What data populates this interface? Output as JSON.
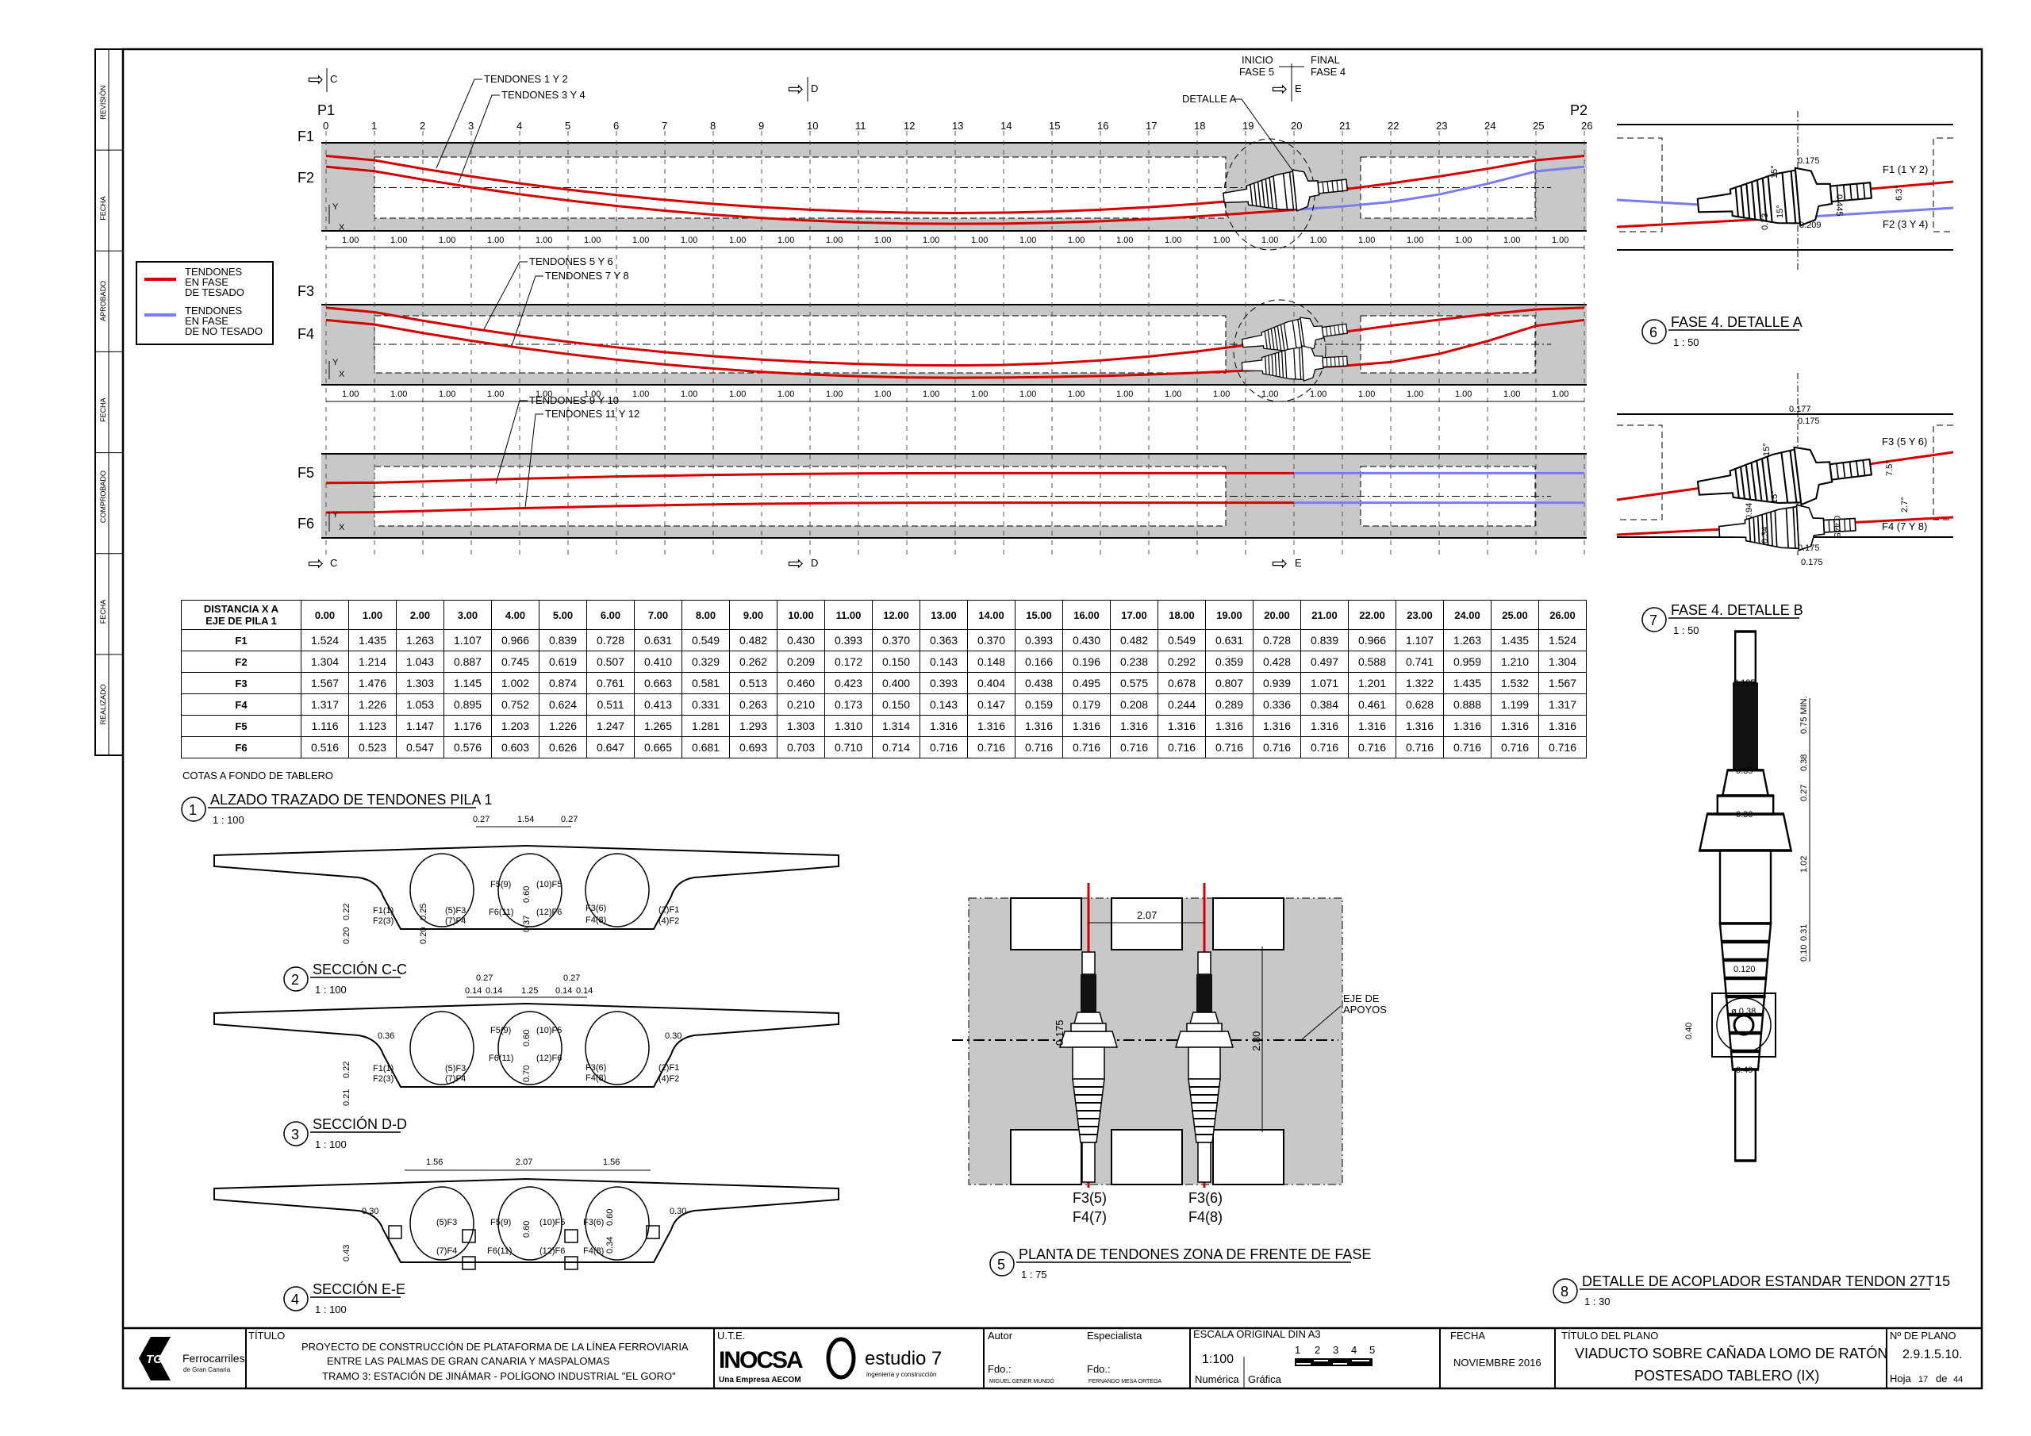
{
  "revision_strip": [
    "REVISIÓN",
    "FECHA",
    "APROBADO",
    "FECHA",
    "COMPROBADO",
    "FECHA",
    "REALIZADO"
  ],
  "legend": {
    "items": [
      {
        "label_lines": [
          "TENDONES",
          "EN FASE",
          "DE TESADO"
        ],
        "color": "#d40000"
      },
      {
        "label_lines": [
          "TENDONES",
          "EN FASE",
          "DE NO TESADO"
        ],
        "color": "#7b7bf0"
      }
    ]
  },
  "elevation": {
    "piers": [
      "P1",
      "P2"
    ],
    "rows": [
      "F1",
      "F2",
      "F3",
      "F4",
      "F5",
      "F6"
    ],
    "stations": [
      "0",
      "1",
      "2",
      "3",
      "4",
      "5",
      "6",
      "7",
      "8",
      "9",
      "10",
      "11",
      "12",
      "13",
      "14",
      "15",
      "16",
      "17",
      "18",
      "19",
      "20",
      "21",
      "22",
      "23",
      "24",
      "25",
      "26"
    ],
    "spacing_label": "1.00",
    "section_marks": [
      "C",
      "D",
      "E"
    ],
    "callouts": {
      "t12": "TENDONES 1 Y 2",
      "t34": "TENDONES 3 Y 4",
      "t56": "TENDONES 5 Y 6",
      "t78": "TENDONES 7 Y 8",
      "t910": "TENDONES 9 Y 10",
      "t1112": "TENDONES 11 Y 12",
      "detalle_a": "DETALLE A",
      "inicio": [
        "INICIO",
        "FASE 5"
      ],
      "final": [
        "FINAL",
        "FASE 4"
      ]
    },
    "axis_y": "Y",
    "axis_x": "X",
    "stressed_color": "#d40000",
    "unstressed_color": "#7b7bf0"
  },
  "table": {
    "header_lines": [
      "DISTANCIA X A",
      "EJE DE PILA 1"
    ],
    "x": [
      "0.00",
      "1.00",
      "2.00",
      "3.00",
      "4.00",
      "5.00",
      "6.00",
      "7.00",
      "8.00",
      "9.00",
      "10.00",
      "11.00",
      "12.00",
      "13.00",
      "14.00",
      "15.00",
      "16.00",
      "17.00",
      "18.00",
      "19.00",
      "20.00",
      "21.00",
      "22.00",
      "23.00",
      "24.00",
      "25.00",
      "26.00"
    ],
    "rows": [
      {
        "name": "F1",
        "values": [
          "1.524",
          "1.435",
          "1.263",
          "1.107",
          "0.966",
          "0.839",
          "0.728",
          "0.631",
          "0.549",
          "0.482",
          "0.430",
          "0.393",
          "0.370",
          "0.363",
          "0.370",
          "0.393",
          "0.430",
          "0.482",
          "0.549",
          "0.631",
          "0.728",
          "0.839",
          "0.966",
          "1.107",
          "1.263",
          "1.435",
          "1.524"
        ]
      },
      {
        "name": "F2",
        "values": [
          "1.304",
          "1.214",
          "1.043",
          "0.887",
          "0.745",
          "0.619",
          "0.507",
          "0.410",
          "0.329",
          "0.262",
          "0.209",
          "0.172",
          "0.150",
          "0.143",
          "0.148",
          "0.166",
          "0.196",
          "0.238",
          "0.292",
          "0.359",
          "0.428",
          "0.497",
          "0.588",
          "0.741",
          "0.959",
          "1.210",
          "1.304"
        ]
      },
      {
        "name": "F3",
        "values": [
          "1.567",
          "1.476",
          "1.303",
          "1.145",
          "1.002",
          "0.874",
          "0.761",
          "0.663",
          "0.581",
          "0.513",
          "0.460",
          "0.423",
          "0.400",
          "0.393",
          "0.404",
          "0.438",
          "0.495",
          "0.575",
          "0.678",
          "0.807",
          "0.939",
          "1.071",
          "1.201",
          "1.322",
          "1.435",
          "1.532",
          "1.567"
        ]
      },
      {
        "name": "F4",
        "values": [
          "1.317",
          "1.226",
          "1.053",
          "0.895",
          "0.752",
          "0.624",
          "0.511",
          "0.413",
          "0.331",
          "0.263",
          "0.210",
          "0.173",
          "0.150",
          "0.143",
          "0.147",
          "0.159",
          "0.179",
          "0.208",
          "0.244",
          "0.289",
          "0.336",
          "0.384",
          "0.461",
          "0.628",
          "0.888",
          "1.199",
          "1.317"
        ]
      },
      {
        "name": "F5",
        "values": [
          "1.116",
          "1.123",
          "1.147",
          "1.176",
          "1.203",
          "1.226",
          "1.247",
          "1.265",
          "1.281",
          "1.293",
          "1.303",
          "1.310",
          "1.314",
          "1.316",
          "1.316",
          "1.316",
          "1.316",
          "1.316",
          "1.316",
          "1.316",
          "1.316",
          "1.316",
          "1.316",
          "1.316",
          "1.316",
          "1.316",
          "1.316"
        ]
      },
      {
        "name": "F6",
        "values": [
          "0.516",
          "0.523",
          "0.547",
          "0.576",
          "0.603",
          "0.626",
          "0.647",
          "0.665",
          "0.681",
          "0.693",
          "0.703",
          "0.710",
          "0.714",
          "0.716",
          "0.716",
          "0.716",
          "0.716",
          "0.716",
          "0.716",
          "0.716",
          "0.716",
          "0.716",
          "0.716",
          "0.716",
          "0.716",
          "0.716",
          "0.716"
        ]
      }
    ],
    "note": "COTAS A FONDO DE TABLERO"
  },
  "views": {
    "v1": {
      "num": "1",
      "title": "ALZADO TRAZADO DE TENDONES PILA 1",
      "scale": "1 : 100"
    },
    "v2": {
      "num": "2",
      "title": "SECCIÓN C-C",
      "scale": "1 : 100"
    },
    "v3": {
      "num": "3",
      "title": "SECCIÓN D-D",
      "scale": "1 : 100"
    },
    "v4": {
      "num": "4",
      "title": "SECCIÓN E-E",
      "scale": "1 : 100"
    },
    "v5": {
      "num": "5",
      "title": "PLANTA DE TENDONES ZONA DE FRENTE DE FASE",
      "scale": "1 : 75"
    },
    "v6": {
      "num": "6",
      "title": "FASE 4. DETALLE A",
      "scale": "1 : 50"
    },
    "v7": {
      "num": "7",
      "title": "FASE 4. DETALLE B",
      "scale": "1 : 50"
    },
    "v8": {
      "num": "8",
      "title": "DETALLE DE ACOPLADOR ESTANDAR TENDON 27T15",
      "scale": "1 : 30"
    }
  },
  "section_cc": {
    "dims": [
      "0.27",
      "1.54",
      "0.27",
      "0.22",
      "0.20",
      "0.25",
      "0.20",
      "0.60",
      "0.37"
    ],
    "tendons": [
      "F1(1)",
      "F2(3)",
      "(5)F3",
      "(7)F4",
      "F5(9)",
      "(10)F5",
      "F6(11)",
      "(12)F6",
      "F3(6)",
      "F4(8)",
      "(2)F1",
      "(4)F2"
    ]
  },
  "section_dd": {
    "dims": [
      "0.27",
      "0.27",
      "0.14",
      "0.14",
      "1.25",
      "0.14",
      "0.14",
      "0.36",
      "0.30",
      "0.22",
      "0.21",
      "0.60",
      "0.70"
    ],
    "tendons": [
      "F1(1)",
      "F2(3)",
      "(5)F3",
      "(7)F4",
      "F5(9)",
      "(10)F5",
      "F6(11)",
      "(12)F6",
      "F3(6)",
      "F4(8)",
      "(2)F1",
      "(4)F2"
    ]
  },
  "section_ee": {
    "dims": [
      "1.56",
      "2.07",
      "1.56",
      "0.30",
      "0.43",
      "0.30",
      "0.60",
      "0.34",
      "0.60"
    ],
    "tendons": [
      "(5)F3",
      "F5(9)",
      "(10)F5",
      "F3(6)",
      "(7)F4",
      "F6(11)",
      "(12)F6",
      "F4(8)"
    ]
  },
  "plan": {
    "dims": [
      "2.07",
      "2.80",
      "0.175"
    ],
    "axis_label": [
      "EJE DE",
      "APOYOS"
    ],
    "labels": [
      [
        "F3(5)",
        "F4(7)"
      ],
      [
        "F3(6)",
        "F4(8)"
      ]
    ]
  },
  "detail_a": {
    "labels": [
      "F1 (1 Y 2)",
      "F2 (3 Y 4)"
    ],
    "dims": [
      "0.175",
      "0.445",
      "6.3°",
      "15°",
      "15°",
      "0.73",
      "0.209"
    ]
  },
  "detail_b": {
    "labels": [
      "F3 (5 Y 6)",
      "F4 (7 Y 8)"
    ],
    "dims": [
      "0.177",
      "0.175",
      "15°",
      "7.5°",
      "15°",
      "0.94",
      "0.34",
      "0.445",
      "2.7°",
      "0.175",
      "0.175"
    ]
  },
  "coupler": {
    "dims": [
      "0.125",
      "0.35",
      "0.36",
      "0.120",
      "0.75 MIN.",
      "0.38",
      "0.27",
      "1.02",
      "0.31",
      "0.10",
      "0.40",
      "0.40",
      "ø 0.38"
    ]
  },
  "title_block": {
    "logo": {
      "brand": "TGC",
      "name": "Ferrocarriles",
      "sub": "de Gran Canaria"
    },
    "titulo_label": "TÍTULO",
    "titulo_lines": [
      "PROYECTO DE CONSTRUCCIÓN DE PLATAFORMA DE LA LÍNEA FERROVIARIA",
      "ENTRE LAS PALMAS DE GRAN CANARIA Y MASPALOMAS",
      "TRAMO 3: ESTACIÓN DE JINÁMAR - POLÍGONO INDUSTRIAL \"EL GORO\""
    ],
    "ute_label": "U.T.E.",
    "inocsa": "INOCSA",
    "inocsa_sub": "Una Empresa AECOM",
    "estudio": "estudio 7",
    "estudio_sub": "ingeniería y construcción",
    "autor_label": "Autor",
    "especialista_label": "Especialista",
    "fdo": "Fdo.:",
    "autor_name": "MIGUEL GENER MUNDÓ",
    "especialista_name": "FERNANDO MESA ORTEGA",
    "escala_label": "ESCALA ORIGINAL DIN A3",
    "escala": "1:100",
    "numerica": "Numérica",
    "grafica": "Gráfica",
    "scale_ticks": [
      "1",
      "2",
      "3",
      "4",
      "5"
    ],
    "fecha_label": "FECHA",
    "fecha": "NOVIEMBRE 2016",
    "plano_label": "TÍTULO DEL PLANO",
    "plano_lines": [
      "VIADUCTO SOBRE CAÑADA LOMO DE RATÓN",
      "POSTESADO TABLERO (IX)"
    ],
    "num_label": "Nº DE PLANO",
    "num": "2.9.1.5.10.",
    "hoja_label": "Hoja",
    "hoja": "17",
    "de_label": "de",
    "total": "44"
  }
}
